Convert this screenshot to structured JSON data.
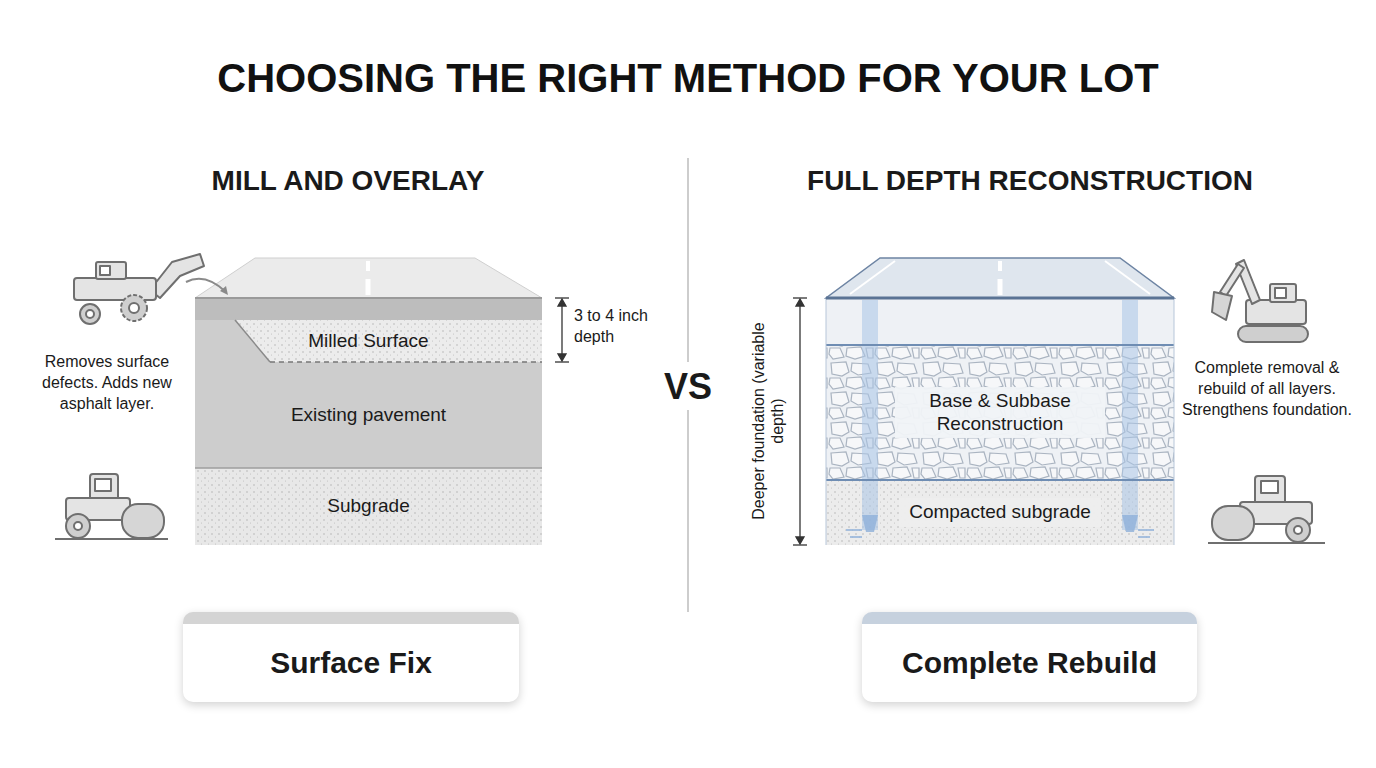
{
  "diagram": {
    "title": "CHOOSING THE RIGHT METHOD FOR YOUR LOT",
    "nodes": [
      {
        "text": [
          "Milled Surface"
        ]
      },
      {
        "text": [
          "Existing pavement"
        ]
      },
      {
        "text": [
          "Subgrade"
        ]
      },
      {
        "text": [
          "Base & Subbase Reconstruction"
        ]
      },
      {
        "text": [
          "Compacted subgrade"
        ]
      },
      {
        "text": [
          "Surface Fix"
        ]
      },
      {
        "text": [
          "Complete Rebuild"
        ]
      }
    ],
    "labels": [
      "MILL AND OVERLAY",
      "3 to 4 inch depth",
      "Removes surface defects. Adds new asphalt layer.",
      "VS",
      "FULL DEPTH RECONSTRUCTION",
      "Deeper foundation (variable depth)",
      "Complete removal & rebuild of all layers. Strengthens foundation."
    ]
  }
}
